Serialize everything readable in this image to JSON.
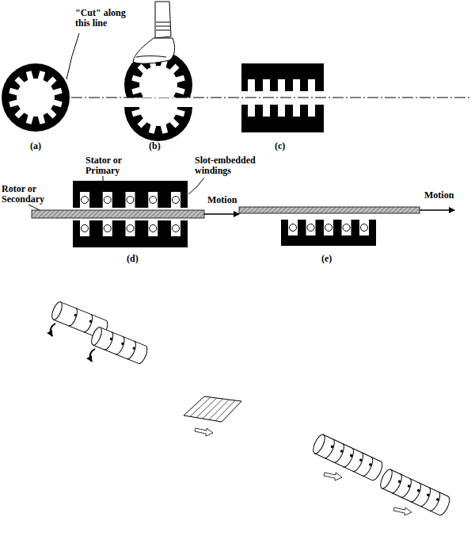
{
  "diagram": {
    "labels": [
      "\"Cut\" along this line",
      "(a)",
      "(b)",
      "(c)",
      "Stator or Primary",
      "Slot-embedded windings",
      "Rotor or Secondary",
      "Motion",
      "Motion",
      "(d)",
      "(e)"
    ]
  }
}
